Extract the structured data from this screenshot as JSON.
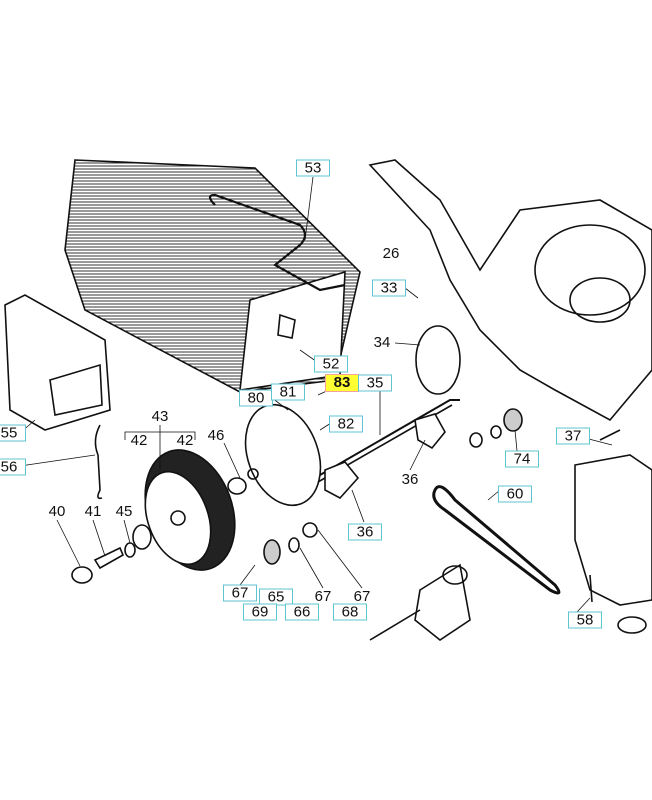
{
  "diagram": {
    "title": "Lawn mower exploded parts diagram",
    "highlight_color": "#ffff33",
    "box_color": "#5fc4d0",
    "highlighted_part": "83",
    "labels": {
      "p53": "53",
      "p26": "26",
      "p33": "33",
      "p34": "34",
      "p52": "52",
      "p83": "83",
      "p35": "35",
      "p80": "80",
      "p81": "81",
      "p82": "82",
      "p55": "55",
      "p56": "56",
      "p43": "43",
      "p42a": "42",
      "p42b": "42",
      "p46": "46",
      "p37": "37",
      "p74": "74",
      "p36a": "36",
      "p60": "60",
      "p36b": "36",
      "p40": "40",
      "p41": "41",
      "p45": "45",
      "p67a": "67",
      "p65": "65",
      "p69": "69",
      "p66": "66",
      "p67b": "67",
      "p68": "68",
      "p67c": "67",
      "p58": "58"
    }
  }
}
